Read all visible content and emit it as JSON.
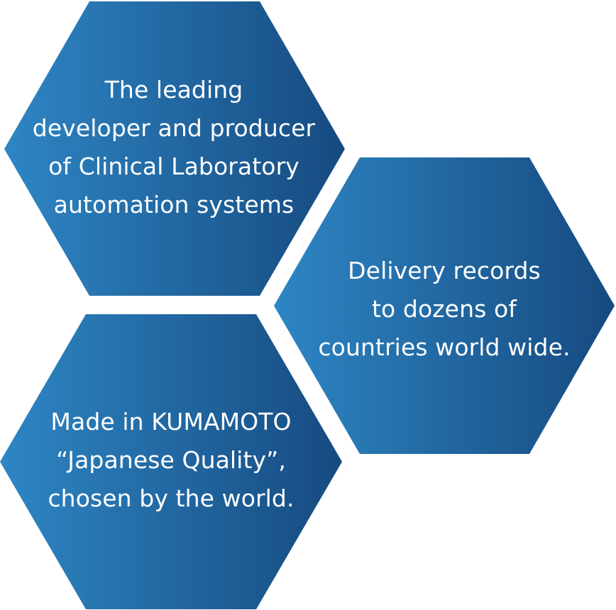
{
  "colors": {
    "gradient_start": "#2E86C4",
    "gradient_end": "#164A80",
    "text": "#FFFFFF"
  },
  "hexagons": [
    {
      "lines": [
        "The leading",
        "developer and producer",
        "of Clinical Laboratory",
        "automation systems"
      ]
    },
    {
      "lines": [
        "Delivery records",
        "to dozens of",
        "countries world wide."
      ]
    },
    {
      "lines": [
        "Made in KUMAMOTO",
        "“Japanese Quality”,",
        "chosen by the world."
      ]
    }
  ]
}
